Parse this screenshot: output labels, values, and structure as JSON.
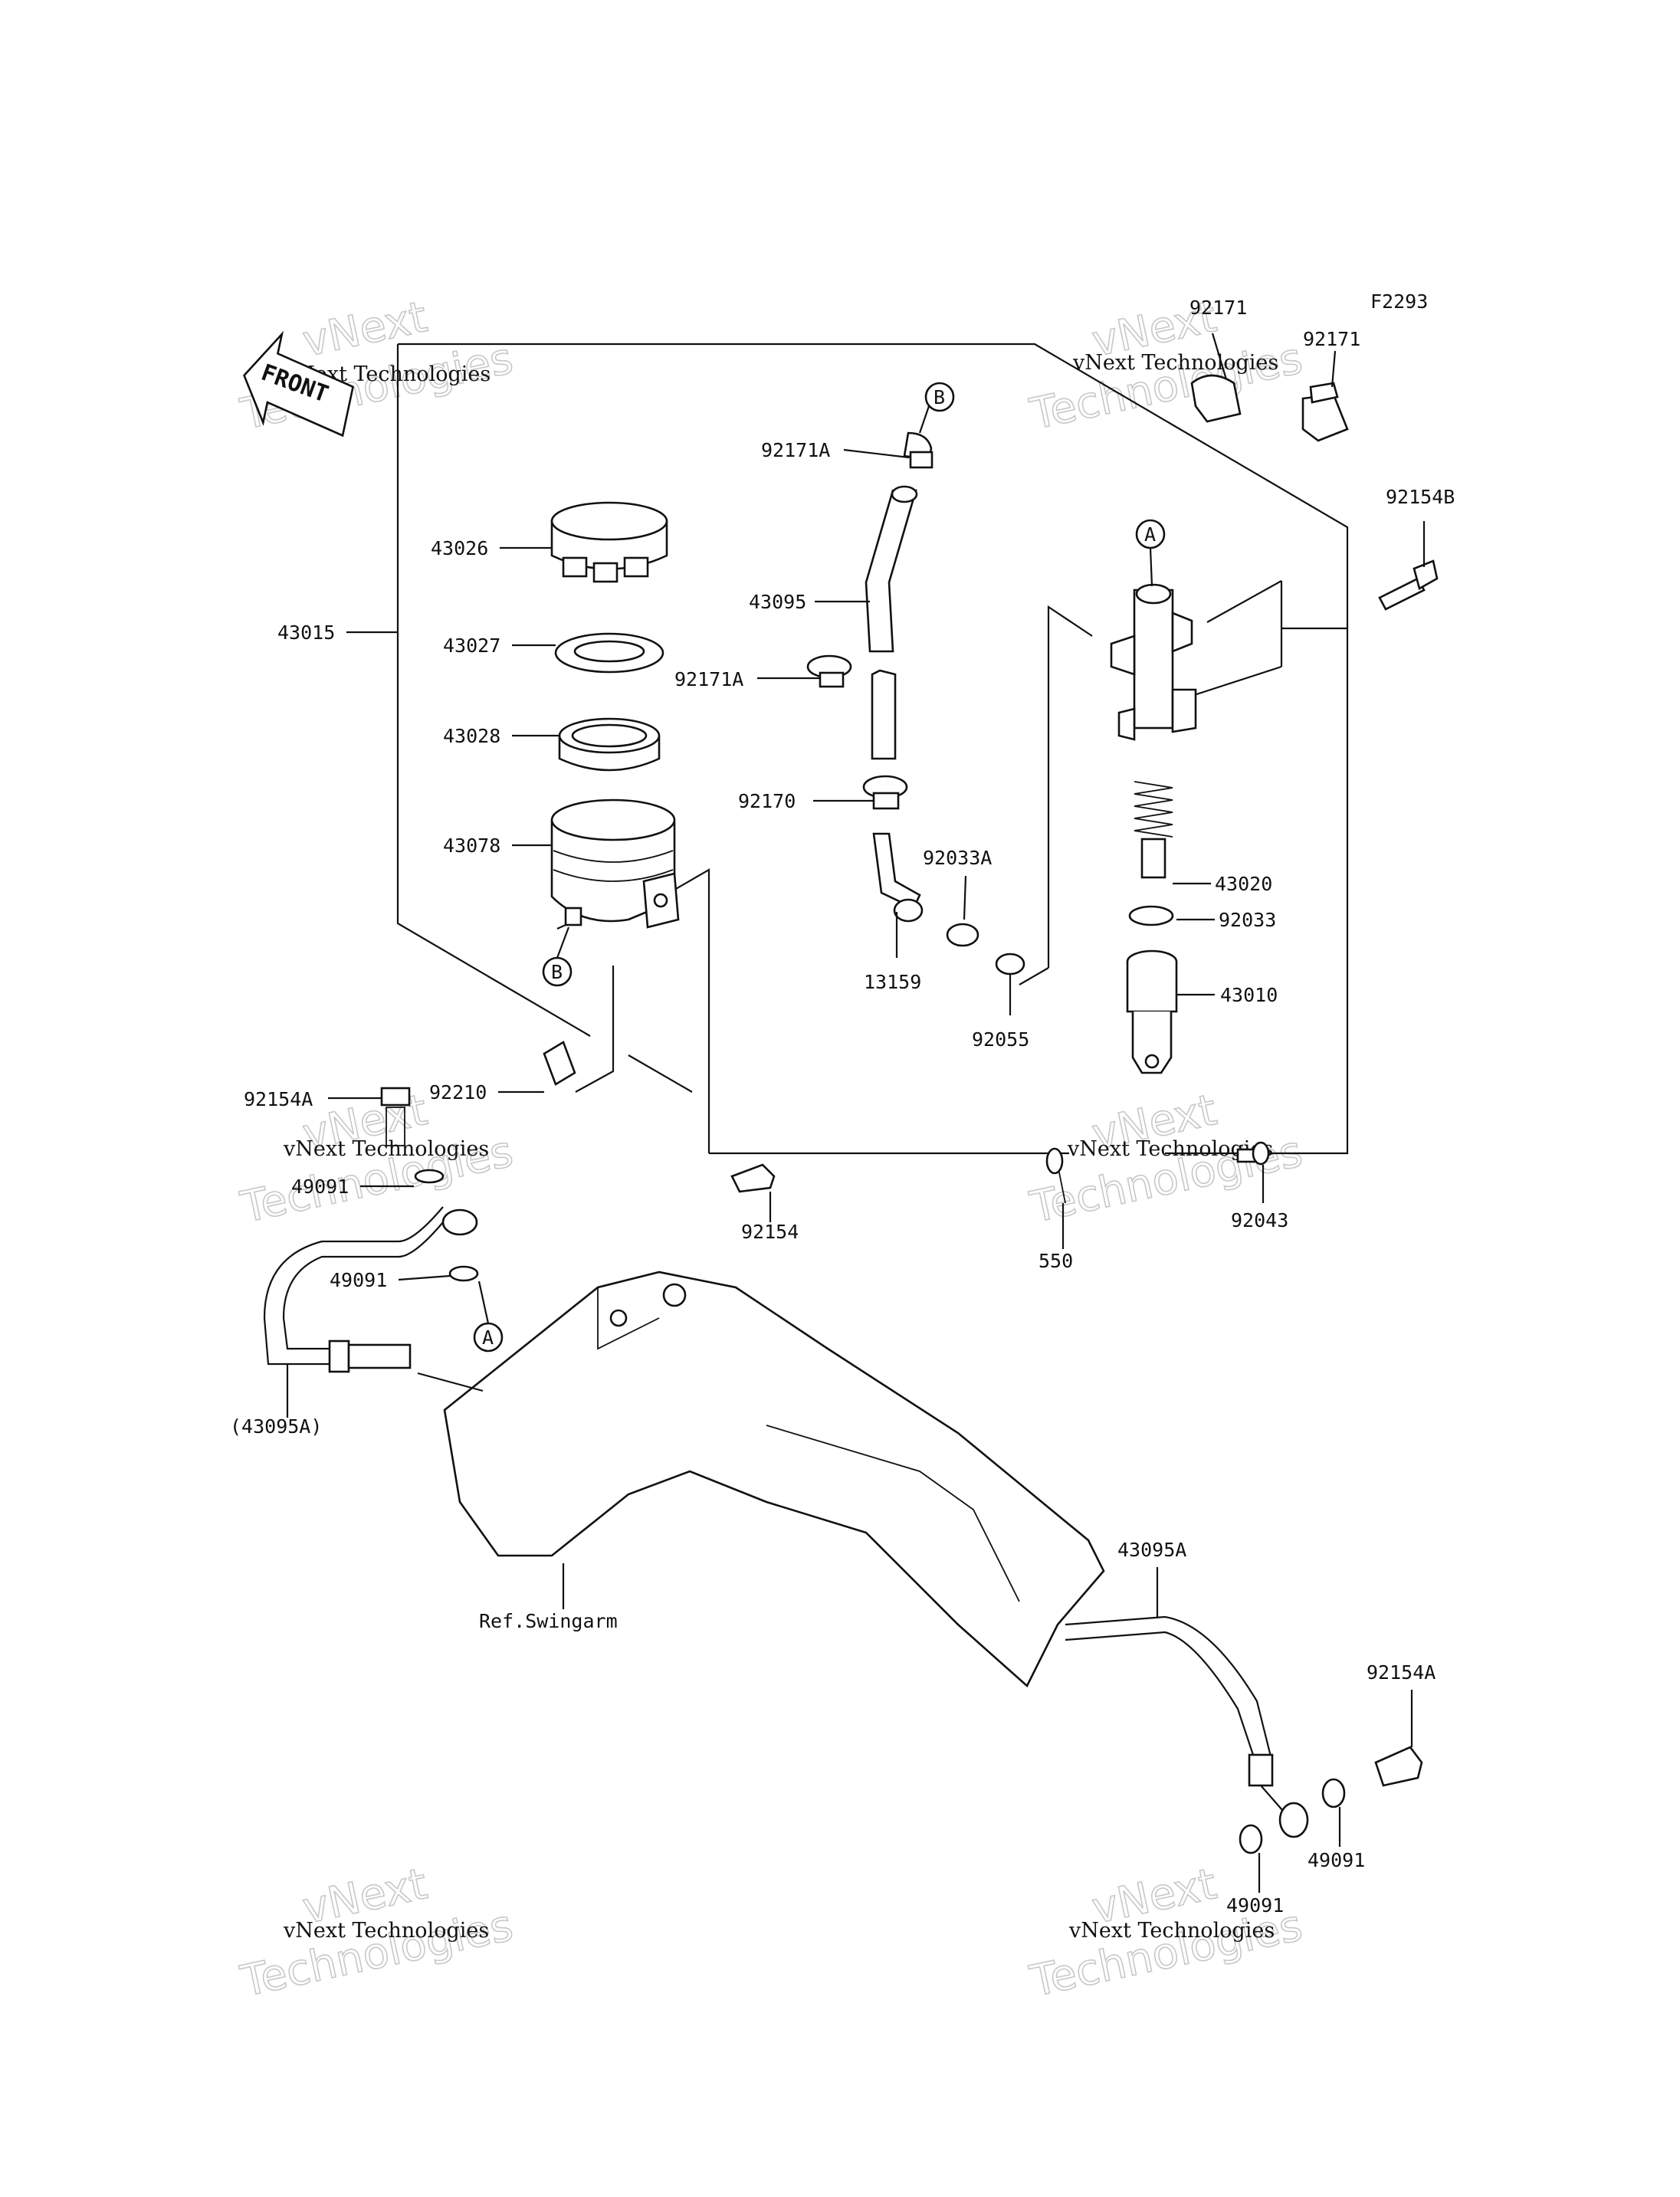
{
  "figure_code": "F2293",
  "front_label": "FRONT",
  "watermark": "vNext Technologies",
  "watermark_line1": "vNext",
  "watermark_line2": "Technologies",
  "parts": {
    "p43015": "43015",
    "p43026": "43026",
    "p43027": "43027",
    "p43028": "43028",
    "p43078": "43078",
    "p92171A_top": "92171A",
    "p43095": "43095",
    "p92171A_mid": "92171A",
    "p92170": "92170",
    "p92033A": "92033A",
    "p13159": "13159",
    "p92055": "92055",
    "p92171_a": "92171",
    "p92171_b": "92171",
    "p92154B": "92154B",
    "p43020": "43020",
    "p92033": "92033",
    "p43010": "43010",
    "p92154A_left": "92154A",
    "p92210": "92210",
    "p49091_upper": "49091",
    "p49091_lower": "49091",
    "p92154": "92154",
    "p550": "550",
    "p92043": "92043",
    "p43095A_paren": "(43095A)",
    "p43095A": "43095A",
    "ref_swingarm": "Ref.Swingarm",
    "p92154A_right": "92154A",
    "p49091_right": "49091",
    "p49091_bottom": "49091"
  },
  "callouts": {
    "a": "A",
    "b": "B"
  }
}
